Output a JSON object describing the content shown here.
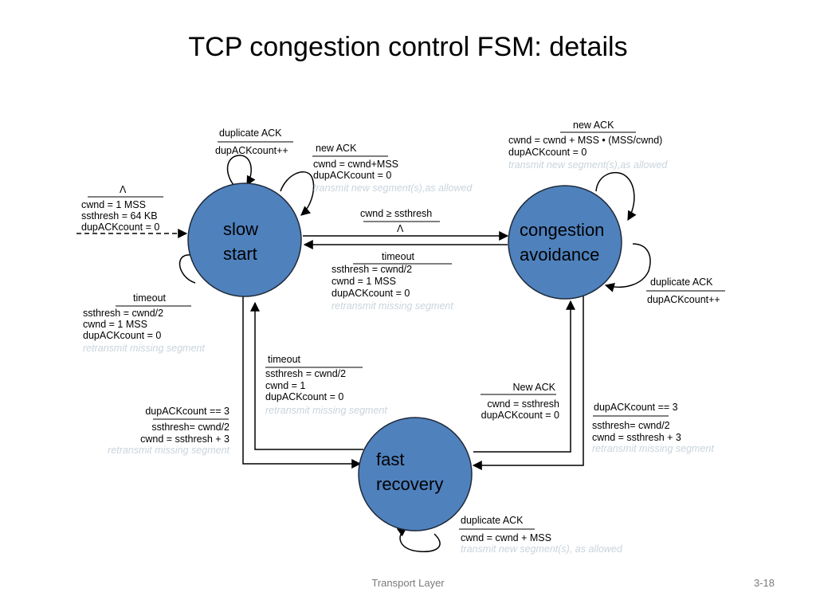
{
  "slide": {
    "title": "TCP congestion control FSM: details",
    "footer_left": "Transport Layer",
    "footer_right": "3-18"
  },
  "states": {
    "slow_start": [
      "slow",
      "start"
    ],
    "congestion_avoidance": [
      "congestion",
      "avoidance"
    ],
    "fast_recovery": [
      "fast",
      "recovery"
    ]
  },
  "colors": {
    "state_fill": "#4f81bd",
    "state_stroke": "#1e2a3a",
    "faint_text": "#c8d4dc"
  },
  "transitions": {
    "init": {
      "event": "Λ",
      "actions": [
        "cwnd = 1 MSS",
        "ssthresh = 64 KB",
        "dupACKcount = 0"
      ]
    },
    "ss_dup": {
      "event": "duplicate ACK",
      "actions": [
        "dupACKcount++"
      ]
    },
    "ss_newack": {
      "event": "new ACK",
      "actions": [
        "cwnd = cwnd+MSS",
        "dupACKcount = 0"
      ],
      "faint": "transmit new segment(s),as allowed"
    },
    "ss_timeout": {
      "event": "timeout",
      "actions": [
        "ssthresh = cwnd/2",
        "cwnd = 1 MSS",
        "dupACKcount = 0"
      ],
      "faint": "retransmit missing segment"
    },
    "ss_to_ca": {
      "event": "cwnd ≥ ssthresh",
      "actions": [
        "Λ"
      ]
    },
    "ca_to_ss": {
      "event": "timeout",
      "actions": [
        "ssthresh = cwnd/2",
        "cwnd = 1 MSS",
        "dupACKcount = 0"
      ],
      "faint": "retransmit missing segment"
    },
    "ca_newack": {
      "event": "new ACK",
      "actions": [
        "cwnd = cwnd + MSS  • (MSS/cwnd)",
        "dupACKcount = 0"
      ],
      "faint": "transmit new segment(s),as allowed"
    },
    "ca_dup": {
      "event": "duplicate ACK",
      "actions": [
        "dupACKcount++"
      ]
    },
    "fr_to_ss": {
      "event": "timeout",
      "actions": [
        "ssthresh = cwnd/2",
        "cwnd = 1",
        "dupACKcount = 0"
      ],
      "faint": "retransmit missing segment"
    },
    "ss_to_fr": {
      "event": "dupACKcount == 3",
      "actions": [
        "ssthresh= cwnd/2",
        "cwnd = ssthresh + 3"
      ],
      "faint": "retransmit missing segment"
    },
    "fr_to_ca": {
      "event": "New ACK",
      "actions": [
        "cwnd = ssthresh",
        "dupACKcount = 0"
      ]
    },
    "ca_to_fr": {
      "event": "dupACKcount == 3",
      "actions": [
        "ssthresh= cwnd/2",
        "cwnd = ssthresh + 3"
      ],
      "faint": "retransmit missing segment"
    },
    "fr_dup": {
      "event": "duplicate ACK",
      "actions": [
        "cwnd = cwnd + MSS"
      ],
      "faint": "transmit new segment(s), as allowed"
    }
  }
}
